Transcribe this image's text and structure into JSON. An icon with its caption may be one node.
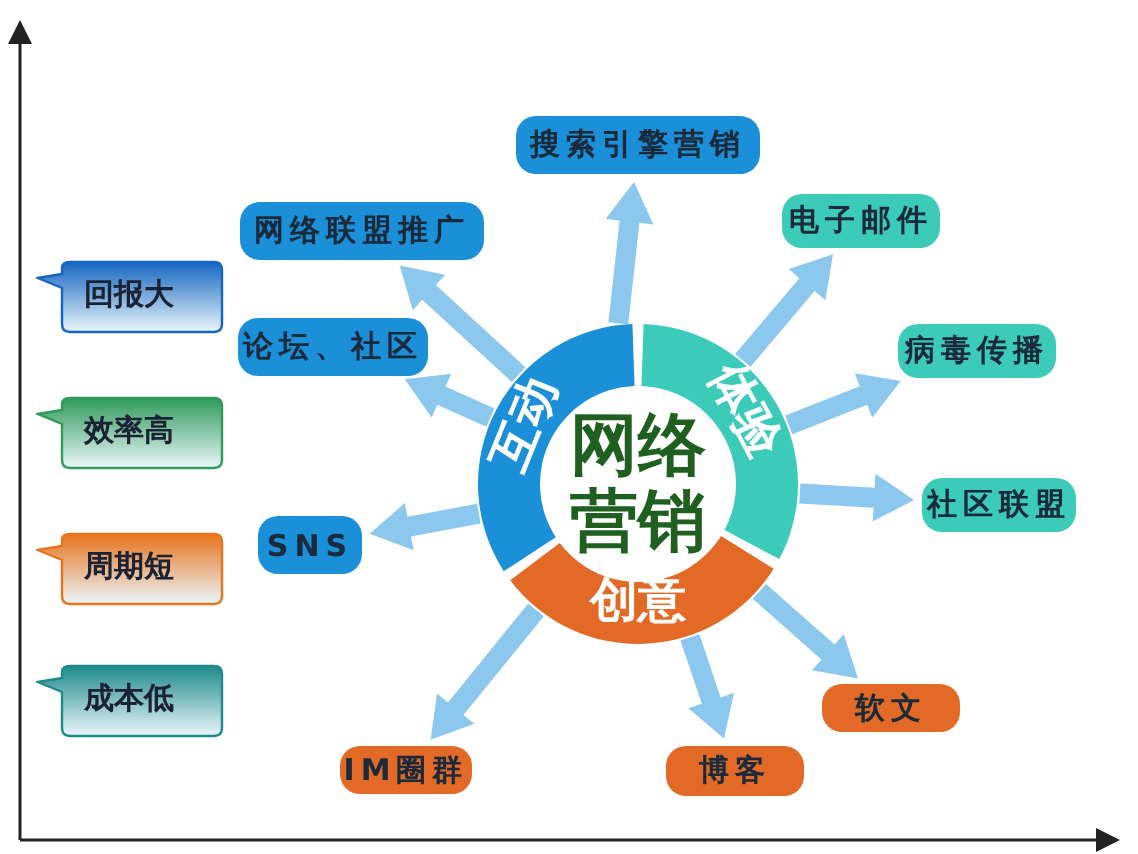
{
  "diagram": {
    "nodes": [
      {
        "text": [
          "网络营销"
        ]
      },
      {
        "text": [
          "互动"
        ]
      },
      {
        "text": [
          "体验"
        ]
      },
      {
        "text": [
          "创意"
        ]
      },
      {
        "text": [
          "搜索引擎营销"
        ]
      },
      {
        "text": [
          "网络联盟推广"
        ]
      },
      {
        "text": [
          "电子邮件"
        ]
      },
      {
        "text": [
          "论坛、社区"
        ]
      },
      {
        "text": [
          "病毒传播"
        ]
      },
      {
        "text": [
          "社区联盟"
        ]
      },
      {
        "text": [
          "SNS"
        ]
      },
      {
        "text": [
          "软文"
        ]
      },
      {
        "text": [
          "博客"
        ]
      },
      {
        "text": [
          "IM圈群"
        ]
      },
      {
        "text": [
          "回报大"
        ]
      },
      {
        "text": [
          "效率高"
        ]
      },
      {
        "text": [
          "周期短"
        ]
      },
      {
        "text": [
          "成本低"
        ]
      }
    ],
    "edges": [
      {
        "from": 1,
        "to": 4,
        "arrow": "to"
      },
      {
        "from": 1,
        "to": 5,
        "arrow": "to"
      },
      {
        "from": 2,
        "to": 6,
        "arrow": "to"
      },
      {
        "from": 1,
        "to": 7,
        "arrow": "to"
      },
      {
        "from": 2,
        "to": 8,
        "arrow": "to"
      },
      {
        "from": 2,
        "to": 9,
        "arrow": "to"
      },
      {
        "from": 1,
        "to": 10,
        "arrow": "to"
      },
      {
        "from": 3,
        "to": 11,
        "arrow": "to"
      },
      {
        "from": 3,
        "to": 12,
        "arrow": "to"
      },
      {
        "from": 3,
        "to": 13,
        "arrow": "to"
      }
    ]
  }
}
